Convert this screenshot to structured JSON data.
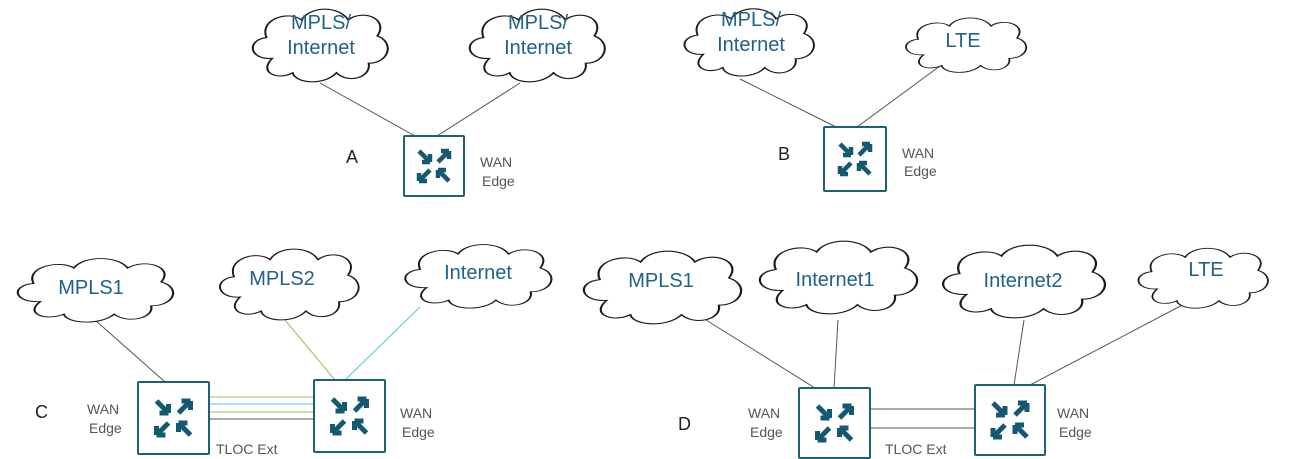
{
  "colors": {
    "cloud_text": "#1f6189",
    "router_icon": "#145872",
    "link_gray": "#555555",
    "link_green": "#9bbf59",
    "link_cyan": "#5bc2dc"
  },
  "diagrams": {
    "a": {
      "letter": "A",
      "cloud1": [
        "MPLS/",
        "Internet"
      ],
      "cloud2": [
        "MPLS/",
        "Internet"
      ],
      "router_label": [
        "WAN",
        "Edge"
      ]
    },
    "b": {
      "letter": "B",
      "cloud1": [
        "MPLS/",
        "Internet"
      ],
      "cloud2": [
        "LTE"
      ],
      "router_label": [
        "WAN",
        "Edge"
      ]
    },
    "c": {
      "letter": "C",
      "cloud1": [
        "MPLS1"
      ],
      "cloud2": [
        "MPLS2"
      ],
      "cloud3": [
        "Internet"
      ],
      "router1_label": [
        "WAN",
        "Edge"
      ],
      "router2_label": [
        "WAN",
        "Edge"
      ],
      "tloc": "TLOC Ext"
    },
    "d": {
      "letter": "D",
      "cloud1": [
        "MPLS1"
      ],
      "cloud2": [
        "Internet1"
      ],
      "cloud3": [
        "Internet2"
      ],
      "cloud4": [
        "LTE"
      ],
      "router1_label": [
        "WAN",
        "Edge"
      ],
      "router2_label": [
        "WAN",
        "Edge"
      ],
      "tloc": "TLOC Ext"
    }
  }
}
